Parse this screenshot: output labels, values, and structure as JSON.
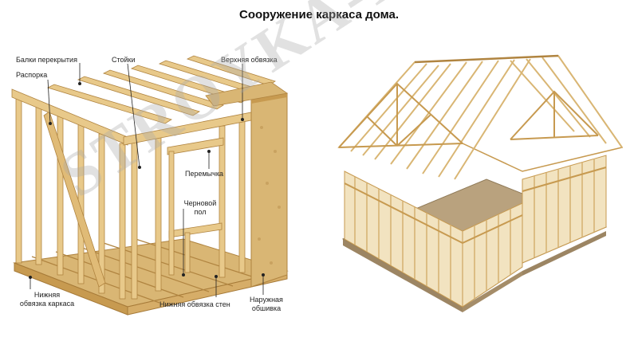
{
  "title": "Сооружение каркаса дома.",
  "watermark": "STROYKA-REST.RU",
  "labels": {
    "ceiling_beams": "Балки перекрытия",
    "brace": "Распорка",
    "studs": "Стойки",
    "top_plate": "Верхняя обвязка",
    "lintel": "Перемычка",
    "subfloor_1": "Черновой",
    "subfloor_2": "пол",
    "bottom_frame_1": "Нижняя",
    "bottom_frame_2": "обвязка каркаса",
    "bottom_wall_plate": "Нижняя обвязка стен",
    "sheathing_1": "Наружная",
    "sheathing_2": "обшивка"
  },
  "colors": {
    "wood": "#e8c98a",
    "wood_dark": "#c79a50",
    "osb": "#d9b674",
    "foundation": "#b9a27e",
    "leader": "#222222"
  }
}
